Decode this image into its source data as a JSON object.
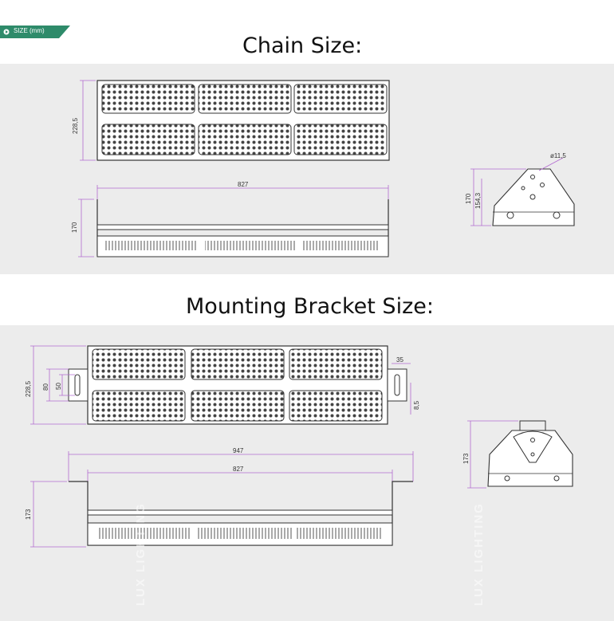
{
  "badge": {
    "label": "SIZE (mm)",
    "color": "#2e8b6a"
  },
  "chain": {
    "title": "Chain Size:",
    "height_label": "228,5",
    "width_label": "827",
    "side_height_label": "170",
    "bracket_total_label": "170",
    "bracket_inner_label": "154,3",
    "hole_label": "ø11,5"
  },
  "mounting": {
    "title": "Mounting Bracket Size:",
    "height_label": "228,5",
    "slot_outer_label": "80",
    "slot_inner_label": "50",
    "ear_width_label": "35",
    "ear_hole_label": "8,5",
    "total_width_label": "947",
    "body_width_label": "827",
    "side_height_label": "173",
    "bracket_height_label": "173"
  },
  "watermark": {
    "text": "LUX LIGHTING"
  }
}
